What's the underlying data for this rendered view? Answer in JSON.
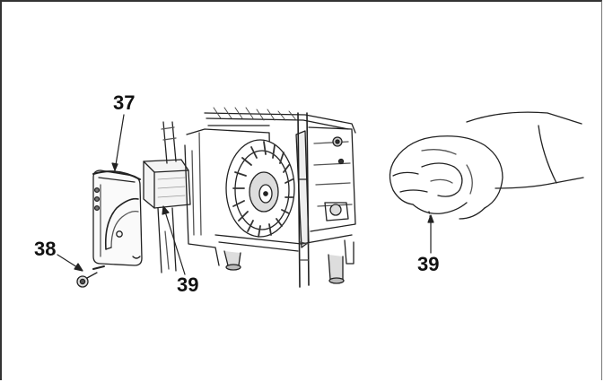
{
  "callouts": {
    "part_37": "37",
    "part_38": "38",
    "part_39_filter": "39",
    "part_39_hand": "39"
  }
}
